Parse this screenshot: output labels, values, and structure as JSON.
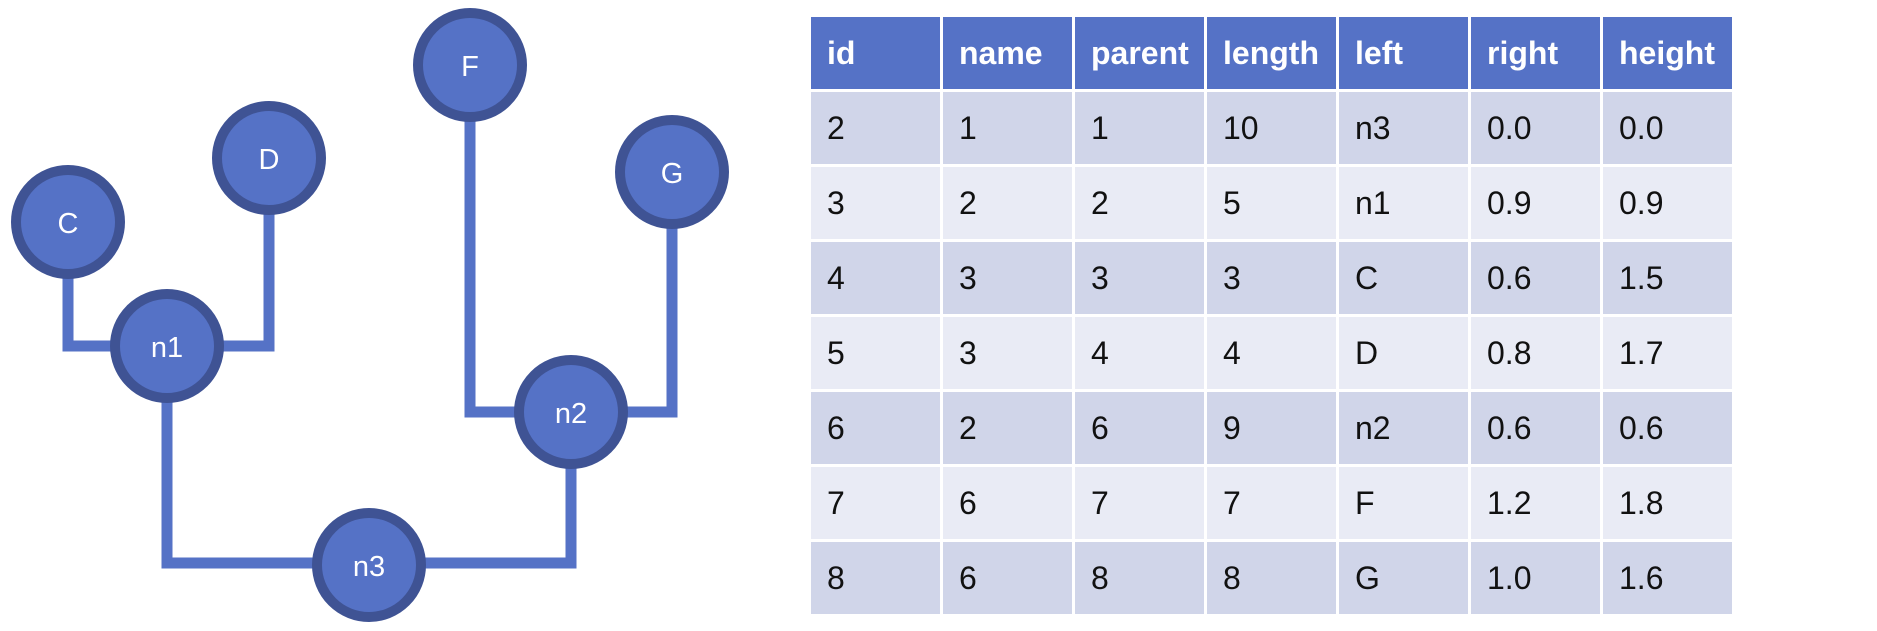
{
  "tree": {
    "nodes": [
      {
        "id": "C",
        "label": "C"
      },
      {
        "id": "D",
        "label": "D"
      },
      {
        "id": "n1",
        "label": "n1"
      },
      {
        "id": "F",
        "label": "F"
      },
      {
        "id": "G",
        "label": "G"
      },
      {
        "id": "n2",
        "label": "n2"
      },
      {
        "id": "n3",
        "label": "n3"
      }
    ],
    "edges": [
      {
        "parent": "n1",
        "child": "C"
      },
      {
        "parent": "n1",
        "child": "D"
      },
      {
        "parent": "n2",
        "child": "F"
      },
      {
        "parent": "n2",
        "child": "G"
      },
      {
        "parent": "n3",
        "child": "n1"
      },
      {
        "parent": "n3",
        "child": "n2"
      }
    ],
    "colors": {
      "node_fill": "#5572c6",
      "node_border": "#3f5394",
      "edge": "#5572c6",
      "label": "#ffffff"
    }
  },
  "table": {
    "headers": [
      "id",
      "name",
      "parent",
      "length",
      "left",
      "right",
      "height"
    ],
    "rows": [
      [
        "2",
        "1",
        "1",
        "10",
        "n3",
        "0.0",
        "0.0"
      ],
      [
        "3",
        "2",
        "2",
        "5",
        "n1",
        "0.9",
        "0.9"
      ],
      [
        "4",
        "3",
        "3",
        "3",
        "C",
        "0.6",
        "1.5"
      ],
      [
        "5",
        "3",
        "4",
        "4",
        "D",
        "0.8",
        "1.7"
      ],
      [
        "6",
        "2",
        "6",
        "9",
        "n2",
        "0.6",
        "0.6"
      ],
      [
        "7",
        "6",
        "7",
        "7",
        "F",
        "1.2",
        "1.8"
      ],
      [
        "8",
        "6",
        "8",
        "8",
        "G",
        "1.0",
        "1.6"
      ]
    ],
    "colors": {
      "header_bg": "#5572c6",
      "header_text": "#ffffff",
      "row_odd": "#d0d5e9",
      "row_even": "#e9ebf5"
    }
  }
}
